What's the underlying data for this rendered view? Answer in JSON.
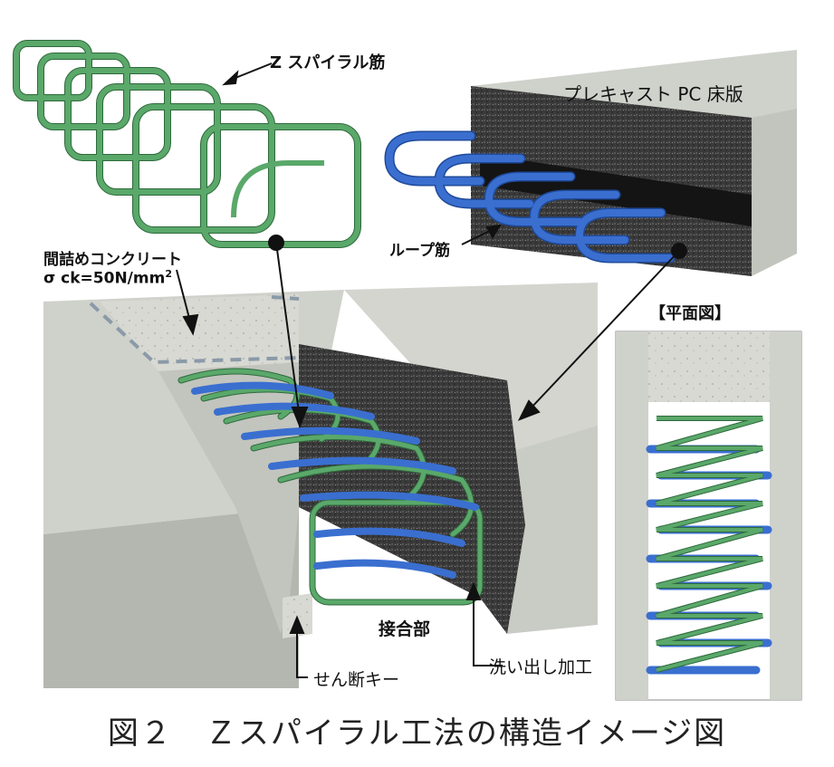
{
  "labels": {
    "z_spiral": "Z スパイラル筋",
    "precast_slab": "プレキャスト PC 床版",
    "loop_bar": "ループ筋",
    "infill_concrete": "間詰めコンクリート",
    "strength": "σ ck=50N/mm",
    "strength_sup": "2",
    "plan_view": "【平面図】",
    "joint": "接合部",
    "washout": "洗い出し加工",
    "shear_key": "せん断キー"
  },
  "caption": "図２　Ｚスパイラル工法の構造イメージ図",
  "colors": {
    "spiral_green": "#5aa86a",
    "loop_blue": "#3a6fd0",
    "concrete_light": "#d4d6d0",
    "concrete_dark": "#2e2e2e"
  }
}
